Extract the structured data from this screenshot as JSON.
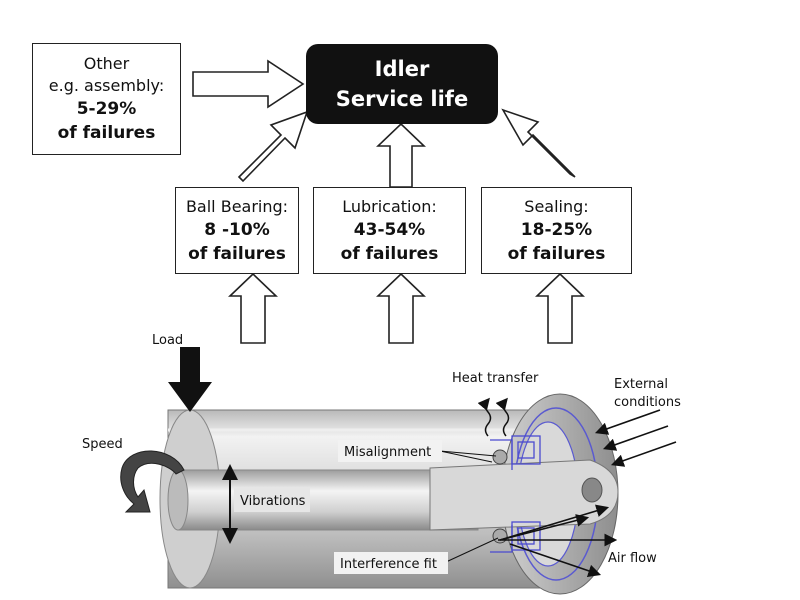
{
  "main": {
    "line1": "Idler",
    "line2": "Service life"
  },
  "other_box": {
    "line1": "Other",
    "line2": "e.g. assembly:",
    "line3": "5-29%",
    "line4": "of failures"
  },
  "factors": [
    {
      "label": "Ball Bearing:",
      "percent": "8 -10%",
      "suffix": "of failures"
    },
    {
      "label": "Lubrication:",
      "percent": "43-54%",
      "suffix": "of failures"
    },
    {
      "label": "Sealing:",
      "percent": "18-25%",
      "suffix": "of failures"
    }
  ],
  "labels": {
    "load": "Load",
    "speed": "Speed",
    "vibrations": "Vibrations",
    "heat_transfer": "Heat transfer",
    "external_line1": "External",
    "external_line2": "conditions",
    "misalignment": "Misalignment",
    "interference_fit": "Interference fit",
    "air_flow": "Air flow"
  }
}
